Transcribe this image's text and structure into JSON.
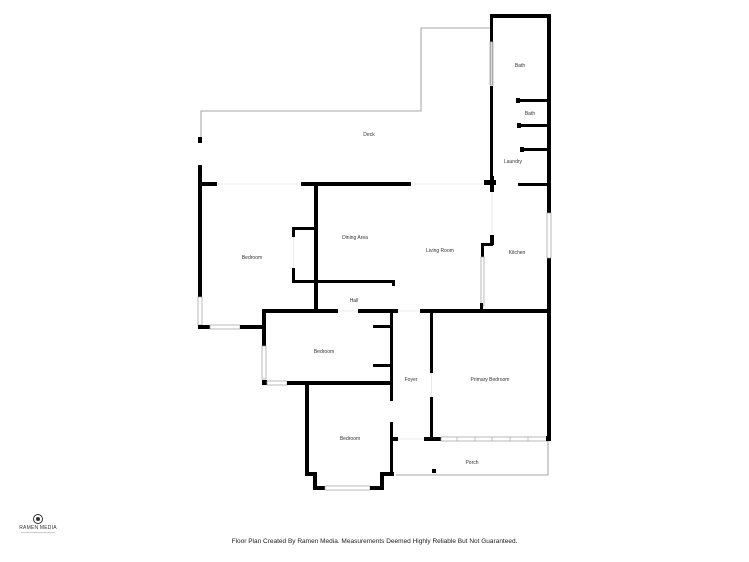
{
  "rooms": {
    "deck": "Deck",
    "bath_upper": "Bath",
    "bath_lower": "Bath",
    "laundry": "Laundry",
    "bedroom_west": "Bedroom",
    "dining_area": "Dining Area",
    "living_room": "Living Room",
    "kitchen": "Kitchen",
    "hall": "Hall",
    "bedroom_middle": "Bedroom",
    "foyer": "Foyer",
    "primary_bedroom": "Primary Bedroom",
    "bedroom_south": "Bedroom",
    "porch": "Porch"
  },
  "branding": {
    "logo_text": "RAMEN MEDIA",
    "logo_icon": "camera-aperture-icon"
  },
  "footer": {
    "disclaimer": "Floor Plan Created By Ramen Media. Measurements Deemed Highly Reliable But Not Guaranteed."
  },
  "colors": {
    "wall": "#000000",
    "background": "#ffffff",
    "outline": "#8a8a8a"
  }
}
